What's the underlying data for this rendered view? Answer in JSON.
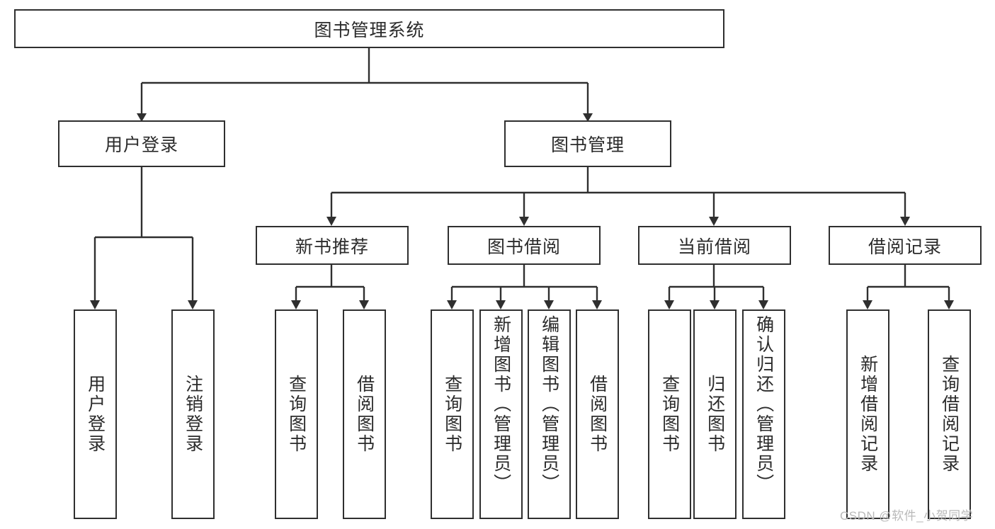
{
  "diagram": {
    "title": "图书管理系统",
    "watermark": "CSDN @软件_小贺同学",
    "colors": {
      "stroke": "#2f2f2f",
      "background": "#ffffff",
      "text": "#2b2b2b",
      "watermark": "#b9b9b9"
    },
    "levels": {
      "root": {
        "label": "图书管理系统"
      },
      "level2": [
        {
          "label": "用户登录"
        },
        {
          "label": "图书管理"
        }
      ],
      "level3": [
        {
          "label": "新书推荐"
        },
        {
          "label": "图书借阅"
        },
        {
          "label": "当前借阅"
        },
        {
          "label": "借阅记录"
        }
      ],
      "leaves": {
        "user_login": [
          {
            "label": "用户登录"
          },
          {
            "label": "注销登录"
          }
        ],
        "new_book_recommend": [
          {
            "label": "查询图书"
          },
          {
            "label": "借阅图书"
          }
        ],
        "book_borrow": [
          {
            "label": "查询图书"
          },
          {
            "label": "新增图书（管理员）"
          },
          {
            "label": "编辑图书（管理员）"
          },
          {
            "label": "借阅图书"
          }
        ],
        "current_borrow": [
          {
            "label": "查询图书"
          },
          {
            "label": "归还图书"
          },
          {
            "label": "确认归还（管理员）"
          }
        ],
        "borrow_record": [
          {
            "label": "新增借阅记录"
          },
          {
            "label": "查询借阅记录"
          }
        ]
      }
    }
  }
}
